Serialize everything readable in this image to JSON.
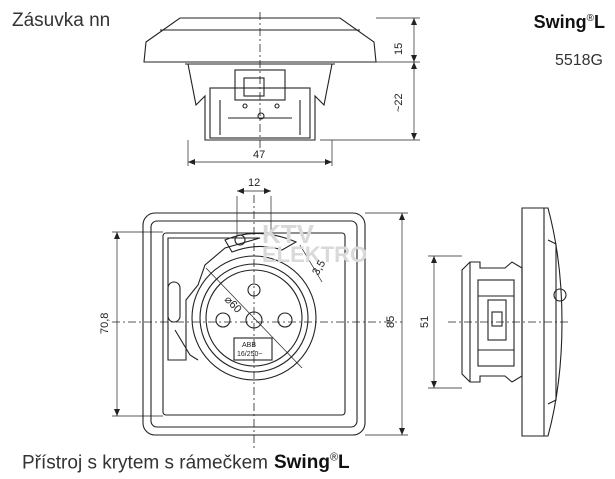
{
  "title": "Zásuvka nn",
  "brand": {
    "name": "Swing",
    "suffix": "L",
    "reg": "®"
  },
  "product_code": "5518G",
  "caption": {
    "text": "Přístroj s krytem s rámečkem",
    "brand": "Swing",
    "suffix": "L",
    "reg": "®"
  },
  "watermark": {
    "line1": "KTV",
    "line2": "ELEKTRO"
  },
  "dimensions": {
    "cover_depth": "15",
    "body_depth": "~22",
    "body_width": "47",
    "pin_spacing": "12",
    "offset": "3,5",
    "socket_diameter": "⌀60",
    "inner_height": "70,8",
    "frame_size": "85",
    "side_height": "51"
  },
  "socket_label": {
    "line1": "ABB",
    "line2": "16/250~"
  }
}
